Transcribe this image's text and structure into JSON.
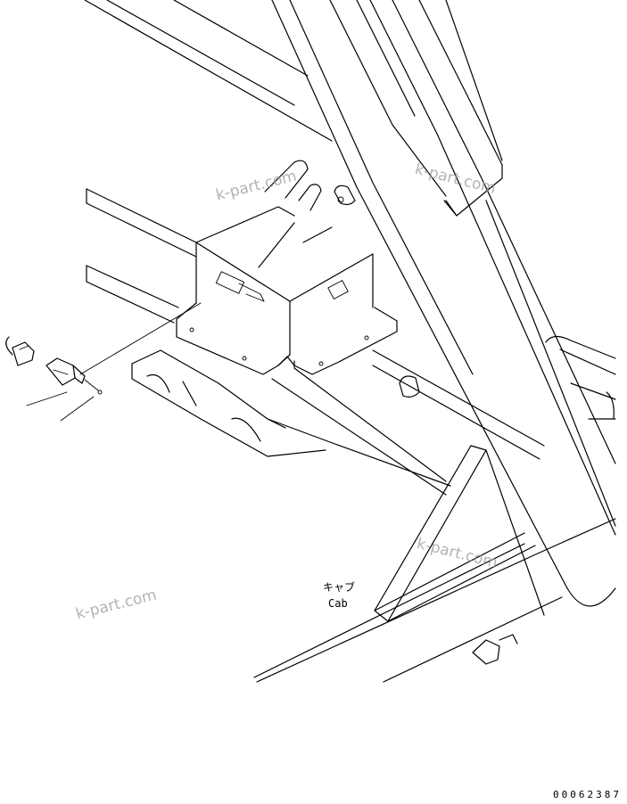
{
  "watermark": "k-part.com",
  "callouts": {
    "cab_jp": "キャブ",
    "cab_en": "Cab"
  },
  "drawing_code": "00062387"
}
